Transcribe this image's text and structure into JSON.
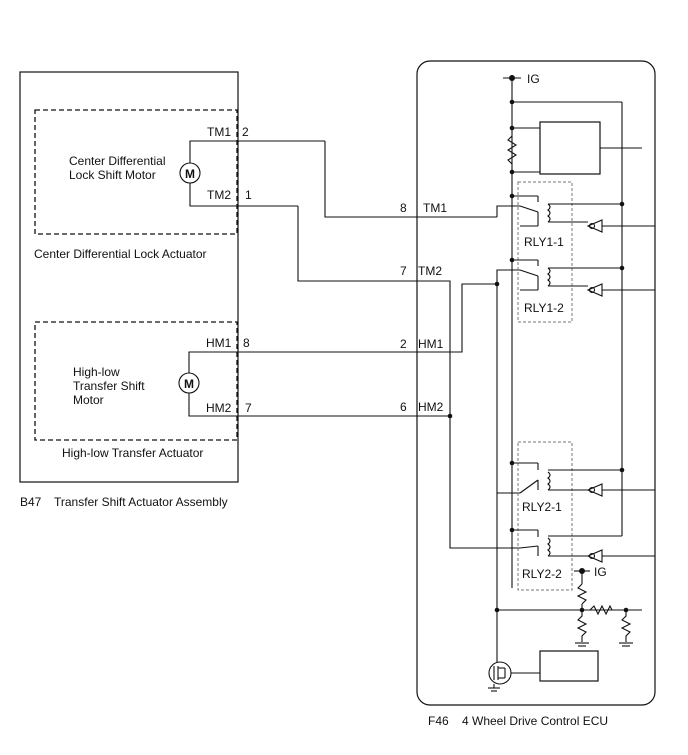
{
  "assembly": {
    "code": "B47",
    "name": "Transfer Shift Actuator Assembly",
    "center_motor_label": [
      "Center Differential",
      "Lock Shift Motor"
    ],
    "center_actuator_label": "Center Differential Lock Actuator",
    "highlow_motor_label": [
      "High-low",
      "Transfer Shift",
      "Motor"
    ],
    "highlow_actuator_label": "High-low Transfer Actuator",
    "motor_symbol": "M"
  },
  "ecu": {
    "code": "F46",
    "name": "4 Wheel Drive Control ECU",
    "ig_top": "IG",
    "ig_bottom": "IG",
    "relays": [
      "RLY1-1",
      "RLY1-2",
      "RLY2-1",
      "RLY2-2"
    ]
  },
  "terminals": {
    "tm1": {
      "name": "TM1",
      "actuator_pin": "2",
      "ecu_pin": "8"
    },
    "tm2": {
      "name": "TM2",
      "actuator_pin": "1",
      "ecu_pin": "7"
    },
    "hm1": {
      "name": "HM1",
      "actuator_pin": "8",
      "ecu_pin": "2"
    },
    "hm2": {
      "name": "HM2",
      "actuator_pin": "7",
      "ecu_pin": "6"
    }
  }
}
